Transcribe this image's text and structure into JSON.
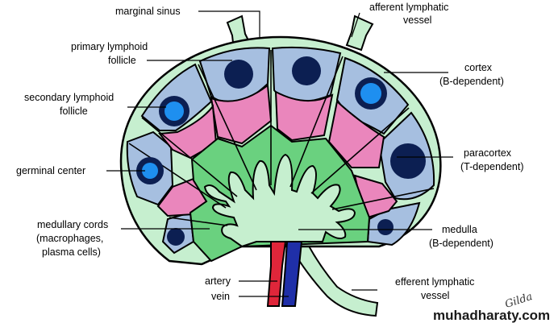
{
  "labels": {
    "marginal_sinus": "marginal sinus",
    "afferent": [
      "afferent lymphatic",
      "vessel"
    ],
    "primary_follicle": [
      "primary lymphoid",
      "follicle"
    ],
    "cortex": [
      "cortex",
      "(B-dependent)"
    ],
    "secondary_follicle": [
      "secondary lymphoid",
      "follicle"
    ],
    "germinal_center": "germinal center",
    "paracortex": [
      "paracortex",
      "(T-dependent)"
    ],
    "medullary_cords": [
      "medullary cords",
      "(macrophages,",
      "plasma cells)"
    ],
    "medulla": [
      "medulla",
      "(B-dependent)"
    ],
    "artery": "artery",
    "vein": "vein",
    "efferent": [
      "efferent lymphatic",
      "vessel"
    ]
  },
  "watermark": "muhadharaty.com",
  "signature": "Gilda",
  "colors": {
    "sinus_green": "#c6efcf",
    "cortex_blue": "#a6bfe0",
    "paracortex_pink": "#ea86bc",
    "medulla_green": "#6ad17f",
    "follicle_dark": "#0c1f52",
    "germinal_blue": "#1e8ff0",
    "artery_red": "#e0263a",
    "vein_blue": "#1f2fa8"
  }
}
